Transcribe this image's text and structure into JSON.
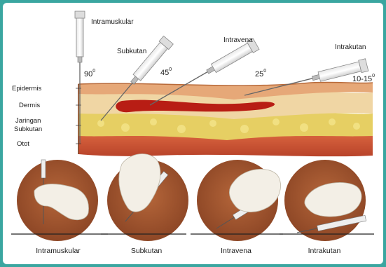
{
  "top_labels": {
    "intramuskular": "Intramuskular",
    "subkutan": "Subkutan",
    "intravena": "Intravena",
    "intrakutan": "Intrakutan"
  },
  "angles": {
    "a90": "90",
    "a45": "45",
    "a25": "25",
    "a10_15": "10-15",
    "degree_symbol": "0"
  },
  "layers": {
    "epidermis": "Epidermis",
    "dermis": "Dermis",
    "jaringan_line1": "Jaringan",
    "jaringan_line2": "Subkutan",
    "otot": "Otot"
  },
  "bottom_labels": {
    "intramuskular": "Intramuskular",
    "subkutan": "Subkutan",
    "intravena": "Intravena",
    "intrakutan": "Intrakutan"
  },
  "colors": {
    "frame": "#3aa6a0",
    "epidermis": "#e8b88a",
    "dermis": "#f1d9a8",
    "subcutan": "#e9d36a",
    "muscle": "#c8502f",
    "vein": "#b81d14",
    "circle": "#a0522d",
    "glove": "#f3efe6"
  }
}
